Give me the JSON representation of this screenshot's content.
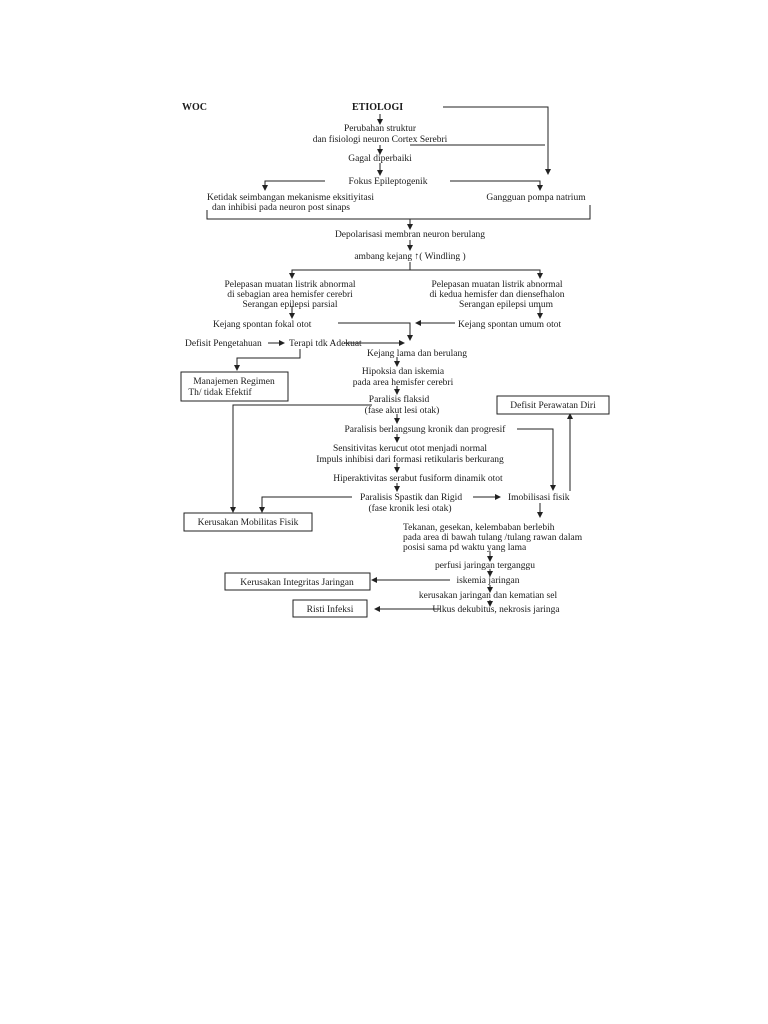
{
  "header": {
    "woc": "WOC",
    "etiologi": "ETIOLOGI"
  },
  "nodes": {
    "perubahan_1": "Perubahan struktur",
    "perubahan_2": "dan fisiologi neuron Cortex Serebri",
    "gagal": "Gagal diperbaiki",
    "fokus": "Fokus Epileptogenik",
    "ketidak_1": "Ketidak seimbangan mekanisme eksitiyitasi",
    "ketidak_2": "dan inhibisi pada neuron post sinaps",
    "gangguan": "Gangguan pompa natrium",
    "depolarisasi": "Depolarisasi membran neuron berulang",
    "ambang": "ambang kejang ↑( Windling )",
    "pel_l_1": "Pelepasan muatan listrik abnormal",
    "pel_l_2": "di sebagian area hemisfer cerebri",
    "pel_l_3": "Serangan epilepsi parsial",
    "pel_r_1": "Pelepasan muatan listrik abnormal",
    "pel_r_2": "di kedua hemisfer dan diensefhalon",
    "pel_r_3": "Serangan epilepsi umum",
    "kejang_fokal": "Kejang spontan fokal otot",
    "kejang_umum": "Kejang spontan  umum  otot",
    "defisit_pengetahuan": "Defisit Pengetahuan",
    "terapi": "Terapi tdk Adekuat",
    "kejang_lama": "Kejang lama dan berulang",
    "hipoksia_1": "Hipoksia dan iskemia",
    "hipoksia_2": "pada area hemisfer cerebri",
    "paralisis_flaksid_1": "Paralisis flaksid",
    "paralisis_flaksid_2": "(fase akut lesi otak)",
    "paralisis_kronik": "Paralisis berlangsung kronik dan progresif",
    "sensitivitas_1": "Sensitivitas kerucut otot menjadi normal",
    "sensitivitas_2": "Impuls inhibisi dari formasi retikularis berkurang",
    "hiperaktivitas": "Hiperaktivitas serabut fusiform dinamik otot",
    "spastik_1": "Paralisis Spastik dan Rigid",
    "spastik_2": "(fase kronik lesi otak)",
    "imobilisasi": "Imobilisasi fisik",
    "tekanan_1": "Tekanan,  gesekan, kelembaban berlebih",
    "tekanan_2": "pada area di bawah tulang /tulang rawan dalam",
    "tekanan_3": "posisi sama pd waktu yang lama",
    "perfusi": "perfusi jaringan terganggu",
    "iskemia": "iskemia jaringan",
    "kerusakan_sel": "kerusakan jaringan dan kematian sel",
    "ulkus": "Ulkus dekubitus, nekrosis jaringa"
  },
  "boxes": {
    "manajemen_1": "Manajemen Regimen",
    "manajemen_2": "Th/ tidak Efektif",
    "defisit_perawatan": "Defisit Perawatan Diri",
    "kerusakan_mobilitas": "Kerusakan Mobilitas Fisik",
    "kerusakan_integritas": "Kerusakan Integritas Jaringan",
    "risti_infeksi": "Risti Infeksi"
  }
}
